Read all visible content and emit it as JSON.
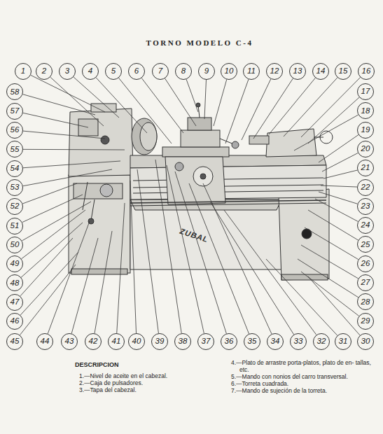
{
  "diagram": {
    "title": "TORNO MODELO C-4",
    "nodes": [
      {
        "text": [
          "1"
        ]
      },
      {
        "text": [
          "2"
        ]
      },
      {
        "text": [
          "3"
        ]
      },
      {
        "text": [
          "4"
        ]
      },
      {
        "text": [
          "5"
        ]
      },
      {
        "text": [
          "6"
        ]
      },
      {
        "text": [
          "7"
        ]
      },
      {
        "text": [
          "8"
        ]
      },
      {
        "text": [
          "9"
        ]
      },
      {
        "text": [
          "10"
        ]
      },
      {
        "text": [
          "11"
        ]
      },
      {
        "text": [
          "12"
        ]
      },
      {
        "text": [
          "13"
        ]
      },
      {
        "text": [
          "14"
        ]
      },
      {
        "text": [
          "15"
        ]
      },
      {
        "text": [
          "16"
        ]
      },
      {
        "text": [
          "17"
        ]
      },
      {
        "text": [
          "18"
        ]
      },
      {
        "text": [
          "19"
        ]
      },
      {
        "text": [
          "20"
        ]
      },
      {
        "text": [
          "21"
        ]
      },
      {
        "text": [
          "22"
        ]
      },
      {
        "text": [
          "23"
        ]
      },
      {
        "text": [
          "24"
        ]
      },
      {
        "text": [
          "25"
        ]
      },
      {
        "text": [
          "26"
        ]
      },
      {
        "text": [
          "27"
        ]
      },
      {
        "text": [
          "28"
        ]
      },
      {
        "text": [
          "29"
        ]
      },
      {
        "text": [
          "30"
        ]
      },
      {
        "text": [
          "31"
        ]
      },
      {
        "text": [
          "32"
        ]
      },
      {
        "text": [
          "33"
        ]
      },
      {
        "text": [
          "34"
        ]
      },
      {
        "text": [
          "35"
        ]
      },
      {
        "text": [
          "36"
        ]
      },
      {
        "text": [
          "37"
        ]
      },
      {
        "text": [
          "38"
        ]
      },
      {
        "text": [
          "39"
        ]
      },
      {
        "text": [
          "40"
        ]
      },
      {
        "text": [
          "41"
        ]
      },
      {
        "text": [
          "42"
        ]
      },
      {
        "text": [
          "43"
        ]
      },
      {
        "text": [
          "44"
        ]
      },
      {
        "text": [
          "45"
        ]
      },
      {
        "text": [
          "46"
        ]
      },
      {
        "text": [
          "47"
        ]
      },
      {
        "text": [
          "48"
        ]
      },
      {
        "text": [
          "49"
        ]
      },
      {
        "text": [
          "50"
        ]
      },
      {
        "text": [
          "51"
        ]
      },
      {
        "text": [
          "52"
        ]
      },
      {
        "text": [
          "53"
        ]
      },
      {
        "text": [
          "54"
        ]
      },
      {
        "text": [
          "55"
        ]
      },
      {
        "text": [
          "56"
        ]
      },
      {
        "text": [
          "57"
        ]
      },
      {
        "text": [
          "58"
        ]
      }
    ],
    "labels": [
      "DESCRIPCION",
      "1.—Nivel de aceite en el cabezal.",
      "2.—Caja de pulsadores.",
      "3.—Tapa del cabezal.",
      "4.—Plato de arrastre porta-platos, plato de en- tallas, etc.",
      "5.—Mando con nonios del carro transversal.",
      "6.—Torreta cuadrada.",
      "7.—Mando de sujeción de la torreta.",
      "ZUBAL"
    ]
  }
}
